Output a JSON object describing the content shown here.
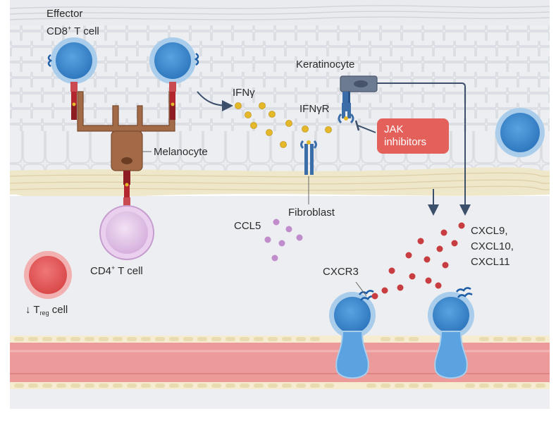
{
  "labels": {
    "effector_line1": "Effector",
    "effector_line2_pre": "CD8",
    "effector_line2_sup": "+",
    "effector_line2_post": " T cell",
    "melanocyte": "Melanocyte",
    "cd4_pre": "CD4",
    "cd4_sup": "+",
    "cd4_post": " T cell",
    "treg_arrow": "↓ T",
    "treg_sub": "reg",
    "treg_post": " cell",
    "ifng": "IFNγ",
    "ifngr": "IFNγR",
    "keratinocyte": "Keratinocyte",
    "jak_line1": "JAK",
    "jak_line2": "inhibitors",
    "fibroblast": "Fibroblast",
    "ccl5": "CCL5",
    "cxcl9": "CXCL9,",
    "cxcl10": "CXCL10,",
    "cxcl11": "CXCL11",
    "cxcr3": "CXCR3"
  },
  "colors": {
    "tissue_bg": "#e8eaee",
    "cell_grid": "#d2d6dc",
    "tcell_blue": "#4a90d0",
    "tcell_blue_light": "#a9cdeb",
    "receptor_red": "#b3262d",
    "melanocyte_brown": "#a36a47",
    "cd4_purple": "#dcb8e0",
    "treg_red": "#e05a59",
    "ifn_dot": "#e4b82a",
    "ccl5_dot": "#c08ccc",
    "cxcl_dot": "#c83d3f",
    "vessel_pink": "#ec9a9a",
    "membrane_tan": "#efe6c6",
    "jak_box": "#e4605a",
    "arrow_navy": "#3c4f6b"
  },
  "icons": {
    "inhibition": "inhibition-bar-icon",
    "arrow": "arrow-icon"
  }
}
